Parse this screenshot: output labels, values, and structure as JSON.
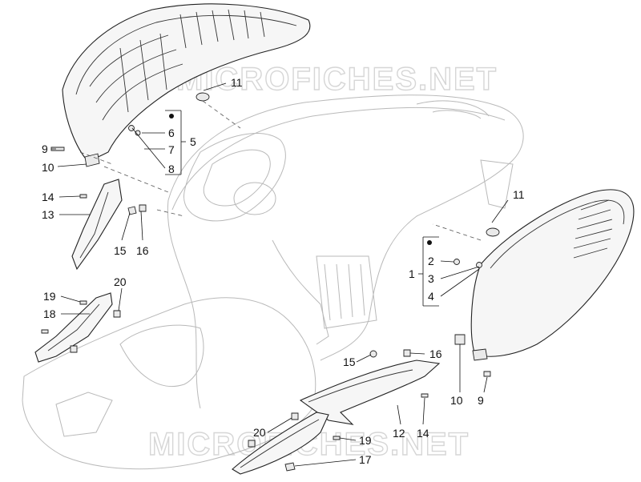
{
  "watermark": {
    "top": "MICROFICHES.NET",
    "bottom": "MICROFICHES.NET"
  },
  "callouts": {
    "c1": "1",
    "c2": "2",
    "c3": "3",
    "c4": "4",
    "c5": "5",
    "c6": "6",
    "c7": "7",
    "c8": "8",
    "c9a": "9",
    "c9b": "9",
    "c10a": "10",
    "c10b": "10",
    "c11a": "11",
    "c11b": "11",
    "c12": "12",
    "c13": "13",
    "c14a": "14",
    "c14b": "14",
    "c15a": "15",
    "c15b": "15",
    "c16a": "16",
    "c16b": "16",
    "c17": "17",
    "c18": "18",
    "c19a": "19",
    "c19b": "19",
    "c20a": "20",
    "c20b": "20"
  }
}
